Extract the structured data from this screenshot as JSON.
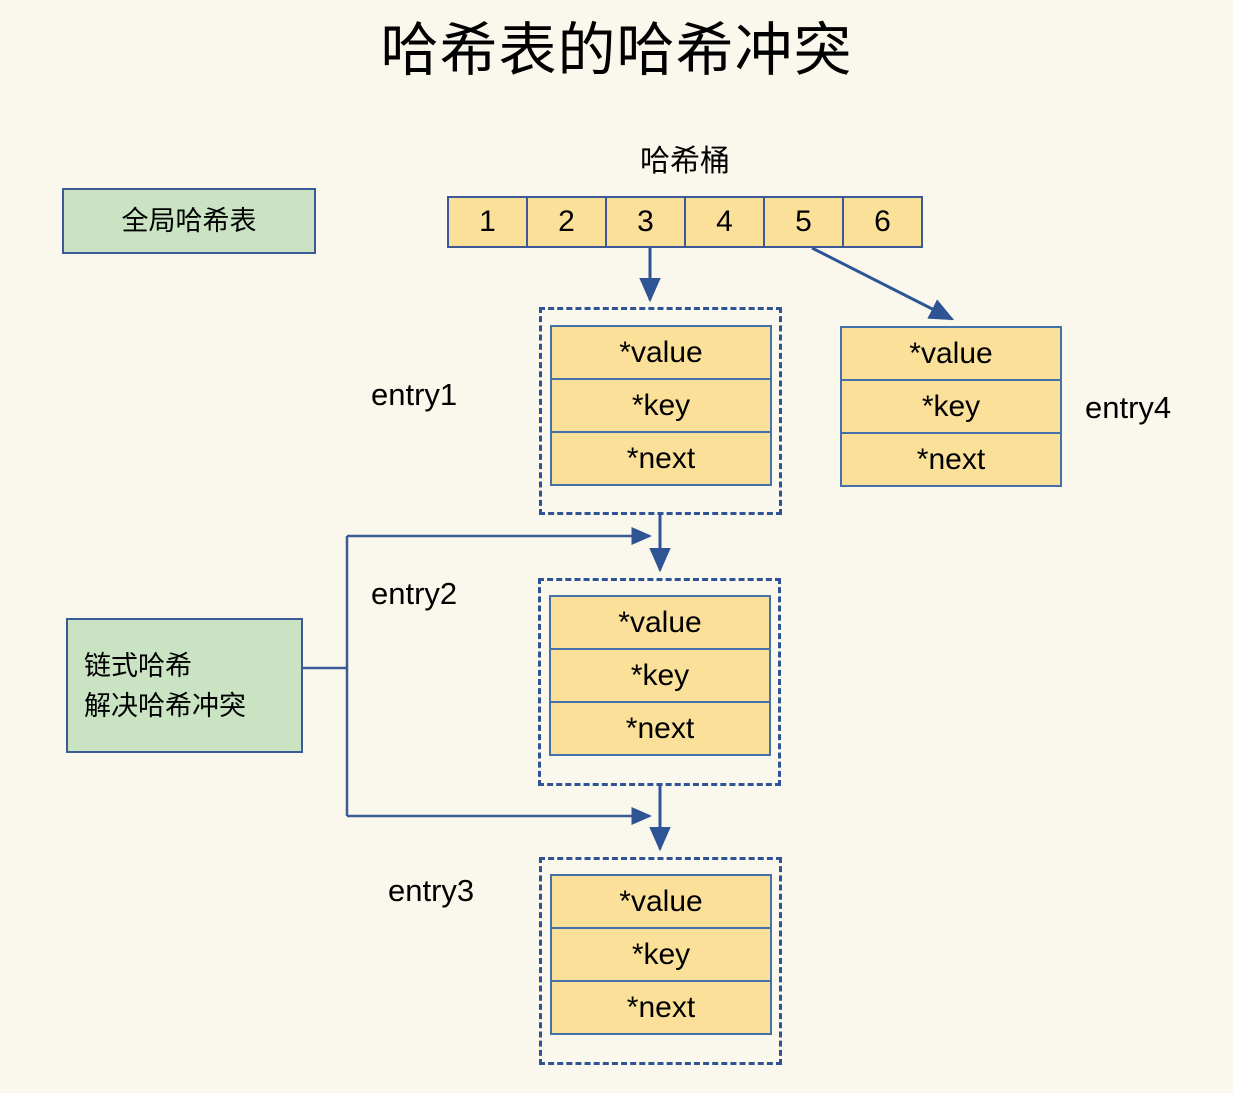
{
  "diagram": {
    "title": "哈希表的哈希冲突",
    "background_color": "#faf8ec",
    "accent_color": "#3c5a96",
    "cell_fill": "#fbe09a",
    "note_fill": "#c9e3c3"
  },
  "notes": {
    "global_table": {
      "label": "全局哈希表"
    },
    "chaining": {
      "line1": "链式哈希",
      "line2": "解决哈希冲突"
    }
  },
  "bucket": {
    "caption": "哈希桶",
    "cells": [
      "1",
      "2",
      "3",
      "4",
      "5",
      "6"
    ]
  },
  "entries": [
    {
      "label": "entry1",
      "rows": [
        "*value",
        "*key",
        "*next"
      ],
      "dashed": true,
      "label_side": "left"
    },
    {
      "label": "entry2",
      "rows": [
        "*value",
        "*key",
        "*next"
      ],
      "dashed": true,
      "label_side": "left"
    },
    {
      "label": "entry3",
      "rows": [
        "*value",
        "*key",
        "*next"
      ],
      "dashed": true,
      "label_side": "left"
    },
    {
      "label": "entry4",
      "rows": [
        "*value",
        "*key",
        "*next"
      ],
      "dashed": false,
      "label_side": "right"
    }
  ],
  "connectors": [
    {
      "name": "bucket3-to-entry1",
      "from": "bucket-cell-3",
      "to": "entry1",
      "style": "straight-arrow"
    },
    {
      "name": "bucket5-to-entry4",
      "from": "bucket-cell-5",
      "to": "entry4",
      "style": "diagonal-arrow"
    },
    {
      "name": "entry1-to-entry2",
      "from": "entry1",
      "to": "entry2",
      "style": "straight-arrow"
    },
    {
      "name": "entry2-to-entry3",
      "from": "entry2",
      "to": "entry3",
      "style": "straight-arrow"
    },
    {
      "name": "chaining-note-to-entry2",
      "from": "chaining-note",
      "to": "entry2",
      "style": "elbow-arrow"
    },
    {
      "name": "chaining-note-to-entry3",
      "from": "chaining-note",
      "to": "entry3",
      "style": "elbow-arrow"
    }
  ]
}
